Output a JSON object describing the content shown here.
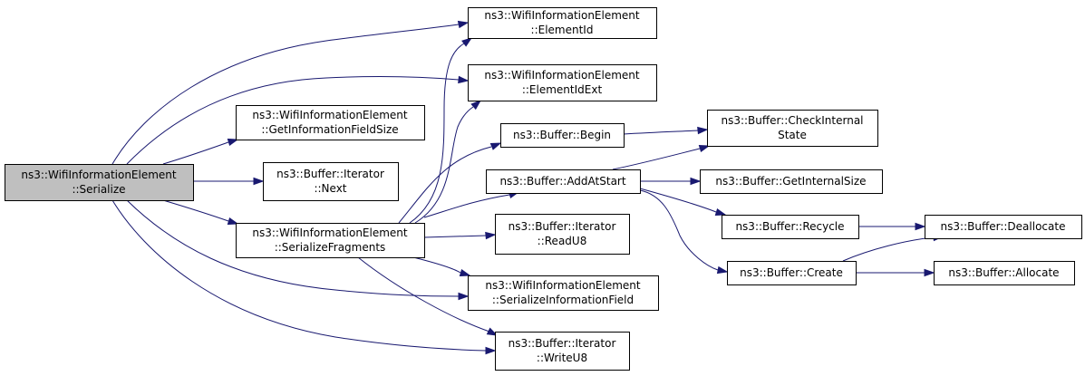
{
  "graph": {
    "colors": {
      "edge": "#191970",
      "root_fill": "#bfbfbf",
      "node_fill": "#ffffff",
      "node_border": "#000000"
    },
    "nodes": {
      "serialize": {
        "lines": [
          "ns3::WifiInformationElement",
          "::Serialize"
        ]
      },
      "element_id": {
        "lines": [
          "ns3::WifiInformationElement",
          "::ElementId"
        ]
      },
      "element_id_ext": {
        "lines": [
          "ns3::WifiInformationElement",
          "::ElementIdExt"
        ]
      },
      "get_info_field_size": {
        "lines": [
          "ns3::WifiInformationElement",
          "::GetInformationFieldSize"
        ]
      },
      "iterator_next": {
        "lines": [
          "ns3::Buffer::Iterator",
          "::Next"
        ]
      },
      "serialize_fragments": {
        "lines": [
          "ns3::WifiInformationElement",
          "::SerializeFragments"
        ]
      },
      "buffer_begin": {
        "lines": [
          "ns3::Buffer::Begin"
        ]
      },
      "buffer_add_at_start": {
        "lines": [
          "ns3::Buffer::AddAtStart"
        ]
      },
      "iterator_read_u8": {
        "lines": [
          "ns3::Buffer::Iterator",
          "::ReadU8"
        ]
      },
      "serialize_info_field": {
        "lines": [
          "ns3::WifiInformationElement",
          "::SerializeInformationField"
        ]
      },
      "iterator_write_u8": {
        "lines": [
          "ns3::Buffer::Iterator",
          "::WriteU8"
        ]
      },
      "check_internal_state": {
        "lines": [
          "ns3::Buffer::CheckInternal",
          "State"
        ]
      },
      "get_internal_size": {
        "lines": [
          "ns3::Buffer::GetInternalSize"
        ]
      },
      "buffer_recycle": {
        "lines": [
          "ns3::Buffer::Recycle"
        ]
      },
      "buffer_create": {
        "lines": [
          "ns3::Buffer::Create"
        ]
      },
      "buffer_deallocate": {
        "lines": [
          "ns3::Buffer::Deallocate"
        ]
      },
      "buffer_allocate": {
        "lines": [
          "ns3::Buffer::Allocate"
        ]
      }
    },
    "edges": [
      [
        "serialize",
        "element_id"
      ],
      [
        "serialize",
        "element_id_ext"
      ],
      [
        "serialize",
        "get_info_field_size"
      ],
      [
        "serialize",
        "iterator_next"
      ],
      [
        "serialize",
        "serialize_fragments"
      ],
      [
        "serialize",
        "serialize_info_field"
      ],
      [
        "serialize",
        "iterator_write_u8"
      ],
      [
        "serialize_fragments",
        "element_id"
      ],
      [
        "serialize_fragments",
        "element_id_ext"
      ],
      [
        "serialize_fragments",
        "buffer_begin"
      ],
      [
        "serialize_fragments",
        "buffer_add_at_start"
      ],
      [
        "serialize_fragments",
        "iterator_read_u8"
      ],
      [
        "serialize_fragments",
        "serialize_info_field"
      ],
      [
        "serialize_fragments",
        "iterator_write_u8"
      ],
      [
        "buffer_begin",
        "check_internal_state"
      ],
      [
        "buffer_add_at_start",
        "check_internal_state"
      ],
      [
        "buffer_add_at_start",
        "get_internal_size"
      ],
      [
        "buffer_add_at_start",
        "buffer_recycle"
      ],
      [
        "buffer_add_at_start",
        "buffer_create"
      ],
      [
        "buffer_recycle",
        "buffer_deallocate"
      ],
      [
        "buffer_create",
        "buffer_deallocate"
      ],
      [
        "buffer_create",
        "buffer_allocate"
      ]
    ]
  }
}
